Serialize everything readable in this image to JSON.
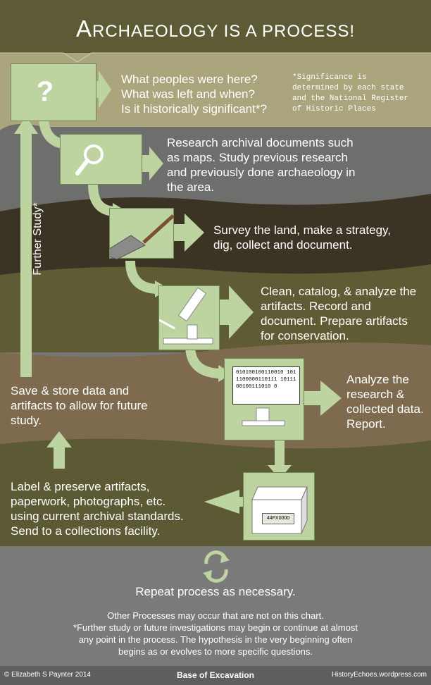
{
  "title": {
    "first": "A",
    "rest": "rchaeology is a process!"
  },
  "steps": [
    {
      "id": "question",
      "text": [
        "What peoples were here?",
        "What was left and when?",
        "Is it historically significant*?"
      ],
      "icon": "question-icon"
    },
    {
      "id": "research",
      "text": [
        "Research archival documents such",
        "as maps. Study previous research",
        "and previously done archaeology in",
        "the area."
      ],
      "icon": "magnifier-icon"
    },
    {
      "id": "survey",
      "text": [
        "Survey the land, make a strategy,",
        "dig, collect and document."
      ],
      "icon": "trowel-icon"
    },
    {
      "id": "clean",
      "text": [
        "Clean, catalog, & analyze the",
        "artifacts. Record and",
        "document. Prepare artifacts",
        "for conservation."
      ],
      "icon": "microscope-icon"
    },
    {
      "id": "analyze",
      "text": [
        "Analyze the",
        "research &",
        "collected data.",
        "Report."
      ],
      "icon": "computer-icon"
    },
    {
      "id": "label",
      "text": [
        "Label & preserve artifacts,",
        "paperwork, photographs, etc.",
        "using current archival standards.",
        "Send to a collections facility."
      ],
      "icon": "archive-box-icon"
    },
    {
      "id": "save",
      "text": [
        "Save & store data and",
        "artifacts to allow for future",
        "study."
      ]
    }
  ],
  "significance_note": [
    "*Significance is",
    "determined by each state",
    "and the National Register",
    "of Historic Places"
  ],
  "further_study": "Further Study*",
  "screen_binary": "010100100110010 1011100000110111 1011100100111010 0",
  "box_label": "44FX0000",
  "repeat": "Repeat process as necessary.",
  "footnotes": [
    "Other Processes may occur that are not on this chart.",
    "*Further study or future investigations may begin or continue at almost",
    "any point in the process. The hypothesis in the very beginning often",
    "begins as or evolves to more specific questions."
  ],
  "credit_left": "© Elizabeth S Paynter 2014",
  "credit_center": "Base of Excavation",
  "credit_right": "HistoryEchoes.wordpress.com",
  "colors": {
    "box": "#bdd3a0",
    "arrow": "#bdd3a0",
    "olive": "#5b5a35",
    "khaki": "#a8a57c",
    "dark": "#3b3525",
    "tan": "#7d6a4f"
  }
}
